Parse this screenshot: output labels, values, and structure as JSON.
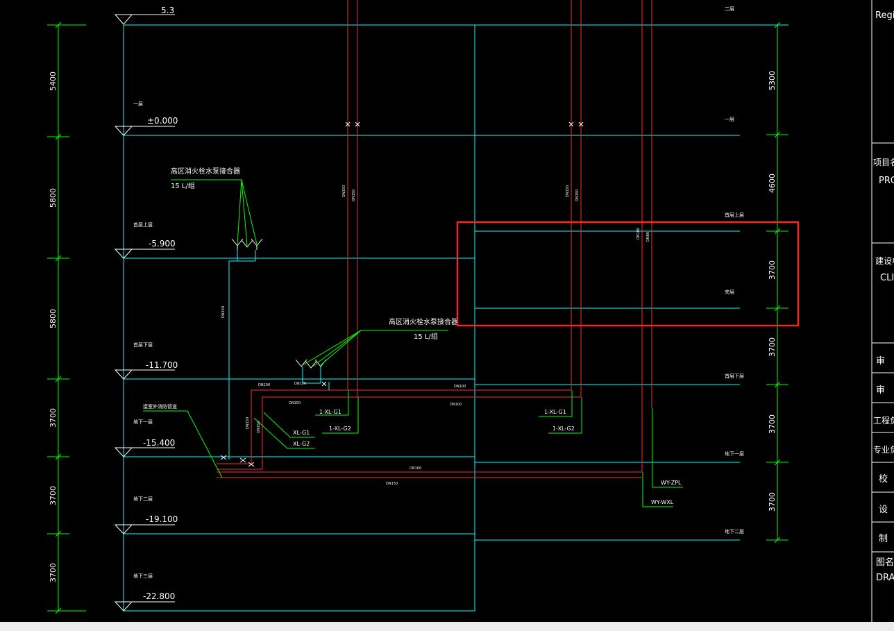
{
  "colors": {
    "background": "#000000",
    "dimension": "#00ff00",
    "floor_line": "#00ffff",
    "pipe_red": "#ff2a2a",
    "text": "#ffffff",
    "highlight": "#ff2020",
    "statusbar": "#ececec"
  },
  "elevations": {
    "top": "5.3",
    "ground": "±0.000",
    "mezz_top": "-5.900",
    "mezz_bottom": "-11.700",
    "b1": "-15.400",
    "b2": "-19.100",
    "b3": "-22.800"
  },
  "floor_labels": {
    "floor1": "一层",
    "mezz_top": "首层上层",
    "mezz_bottom": "首层下层",
    "b1": "地下一层",
    "b2": "地下二层",
    "b3": "地下三层",
    "right_floor2": "二层",
    "right_floor1": "一层",
    "right_mezz_top": "首层上层",
    "right_mezz_mid": "夹层",
    "right_mezz_bottom": "首层下层",
    "right_b1": "地下一层",
    "right_b2": "地下二层"
  },
  "left_dimensions": [
    "5400",
    "5800",
    "5800",
    "3700",
    "3700",
    "3700"
  ],
  "right_dimensions": [
    "5300",
    "4600",
    "3700",
    "3700",
    "3700",
    "3700"
  ],
  "annotations": {
    "connector1_title": "高区消火栓水泵接合器",
    "connector1_flow": "15 L/组",
    "connector2_title": "高区消火栓水泵接合器",
    "connector2_flow": "15 L/组",
    "supply_note": "接室外消防管道",
    "xlg1": "XL-G1",
    "xlg2": "XL-G2",
    "l1xlg1": "1-XL-G1",
    "l1xlg2": "1-XL-G2",
    "r1xlg1": "1-XL-G1",
    "r1xlg2": "1-XL-G2",
    "wyzpl": "WY-ZPL",
    "wywxl": "WY-WXL"
  },
  "pipe_sizes": {
    "dn150": "DN150",
    "dn100": "DN100",
    "dn80": "DN80"
  },
  "title_block": [
    "Regi",
    "项目名称",
    "PRO",
    "建设单",
    "CLI",
    "审",
    "审",
    "工程负",
    "专业负",
    "校",
    "设",
    "制",
    "图名",
    "DRA"
  ]
}
